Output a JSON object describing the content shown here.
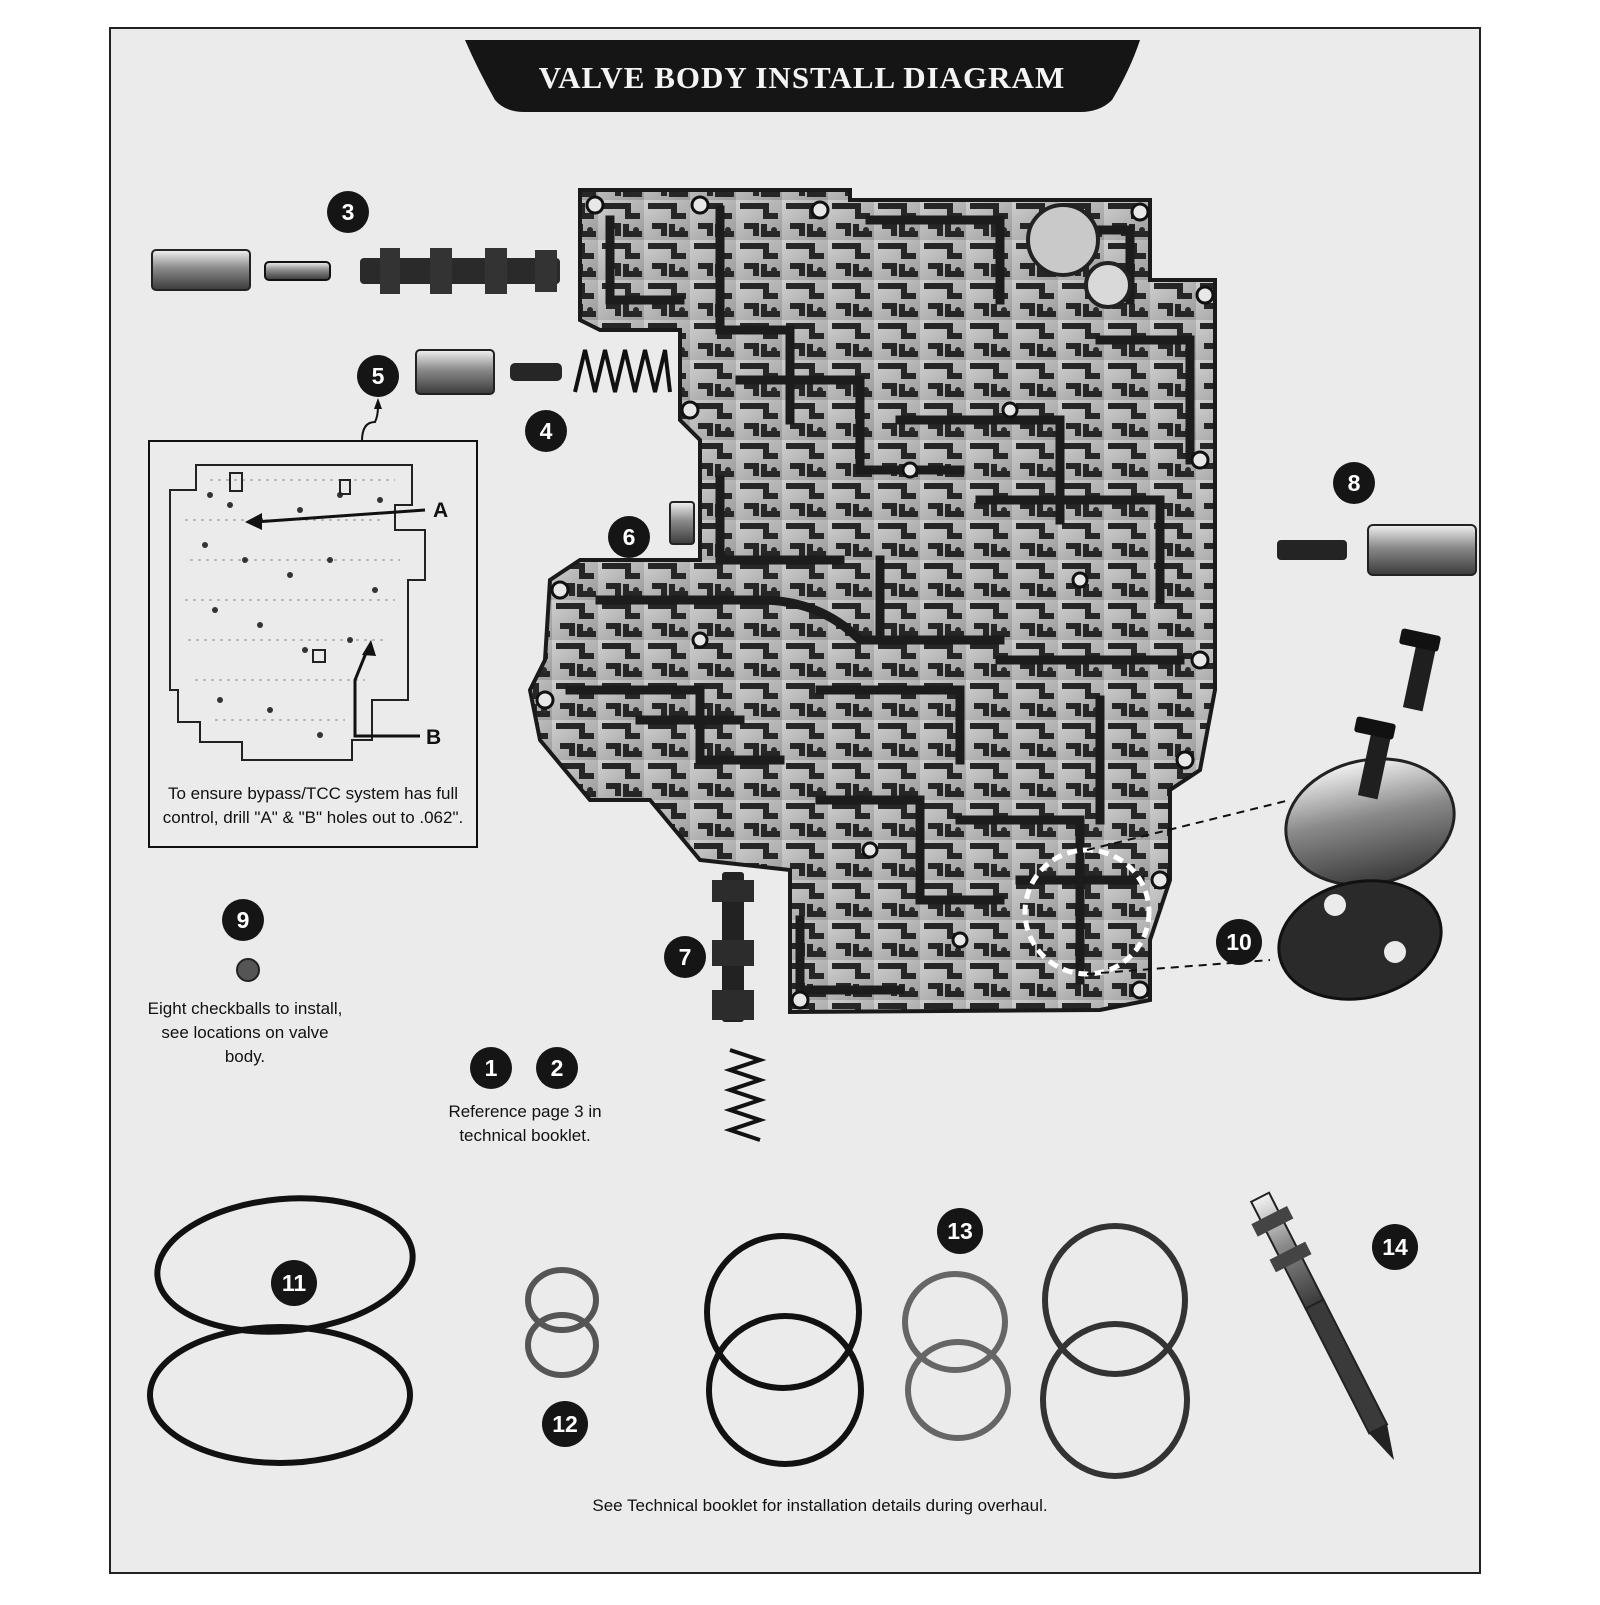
{
  "title": "VALVE BODY INSTALL DIAGRAM",
  "callouts": {
    "n1": "1",
    "n2": "2",
    "n3": "3",
    "n4": "4",
    "n5": "5",
    "n6": "6",
    "n7": "7",
    "n8": "8",
    "n9": "9",
    "n10": "10",
    "n11": "11",
    "n12": "12",
    "n13": "13",
    "n14": "14"
  },
  "inset": {
    "label_a": "A",
    "label_b": "B",
    "note": "To ensure bypass/TCC system has full control, drill \"A\" & \"B\" holes out to .062\"."
  },
  "notes": {
    "checkballs": "Eight checkballs to install, see locations on valve body.",
    "reference": "Reference page 3 in technical booklet.",
    "footer": "See Technical booklet for installation details during overhaul."
  },
  "colors": {
    "paper": "#ebebeb",
    "badge": "#151515",
    "part_dark": "#1e1e1e",
    "casting": "#b8b8b8",
    "casting_dark": "#2a2a2a",
    "ghost_text": "#c9c9c9"
  }
}
